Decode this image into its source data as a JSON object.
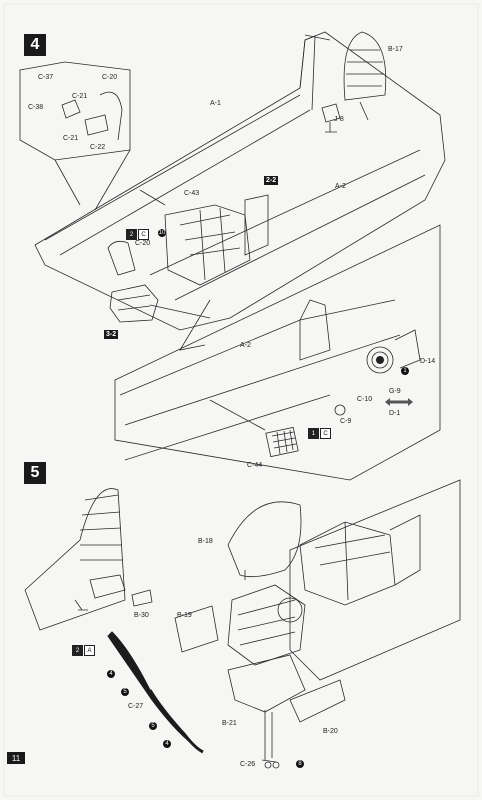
{
  "steps": {
    "step4": "4",
    "step5": "5"
  },
  "labels": {
    "c37": "C-37",
    "c20a": "C-20",
    "c38": "C-38",
    "c21a": "C-21",
    "c21b": "C-21",
    "c22": "C-22",
    "b17": "B-17",
    "a1": "A-1",
    "j8": "J-8",
    "a2a": "A-2",
    "c43": "C-43",
    "c20b": "C-20",
    "a2b": "A-2",
    "d14": "D-14",
    "g9": "G-9",
    "d1": "D-1",
    "c10": "C-10",
    "c9": "C-9",
    "c44": "C-44",
    "b18": "B-18",
    "b30": "B-30",
    "b19": "B-19",
    "c27": "C-27",
    "b21": "B-21",
    "b20": "B-20",
    "c26": "C-26"
  },
  "tags": {
    "t22": "2-2",
    "t32": "3-2"
  },
  "badges": {
    "b10": "10",
    "b1": "1",
    "b4a": "4",
    "b5a": "5",
    "b5b": "5",
    "b4b": "4",
    "b8": "8"
  },
  "paint_codes": {
    "p1a": "2",
    "p1b": "C",
    "p2a": "1",
    "p2b": "C",
    "p3a": "2",
    "p3b": "A"
  },
  "page_number": "11"
}
